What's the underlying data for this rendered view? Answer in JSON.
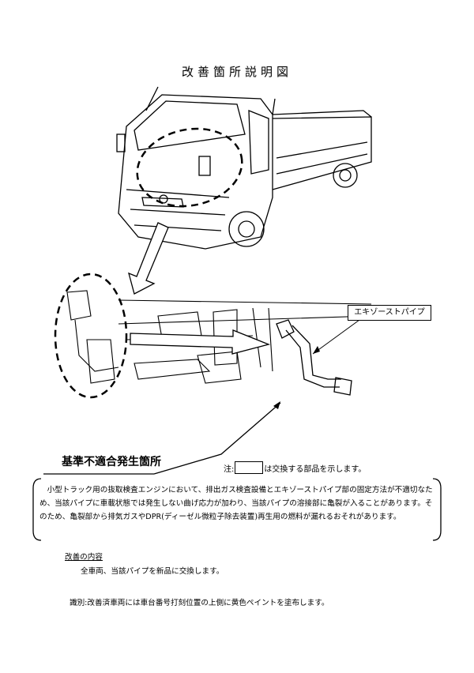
{
  "title": "改善箇所説明図",
  "callout_label": "エキゾーストパイプ",
  "defect_location_title": "基準不適合発生箇所",
  "note": {
    "prefix": "注:",
    "suffix": "は交換する部品を示します。"
  },
  "description": "小型トラック用の抜取検査エンジンにおいて、排出ガス検査設備とエキゾーストパイプ部の固定方法が不適切なため、当該パイプに車載状態では発生しない曲げ応力が加わり、当該パイプの溶接部に亀裂が入ることがあります。そのため、亀裂部から排気ガスやDPR(ディーゼル微粒子除去装置)再生用の燃料が漏れるおそれがあります。",
  "improvement": {
    "heading": "改善の内容",
    "text": "全車両、当該パイプを新品に交換します。"
  },
  "identification": "識別:改善済車両には車台番号打刻位置の上側に黄色ペイントを塗布します。"
}
